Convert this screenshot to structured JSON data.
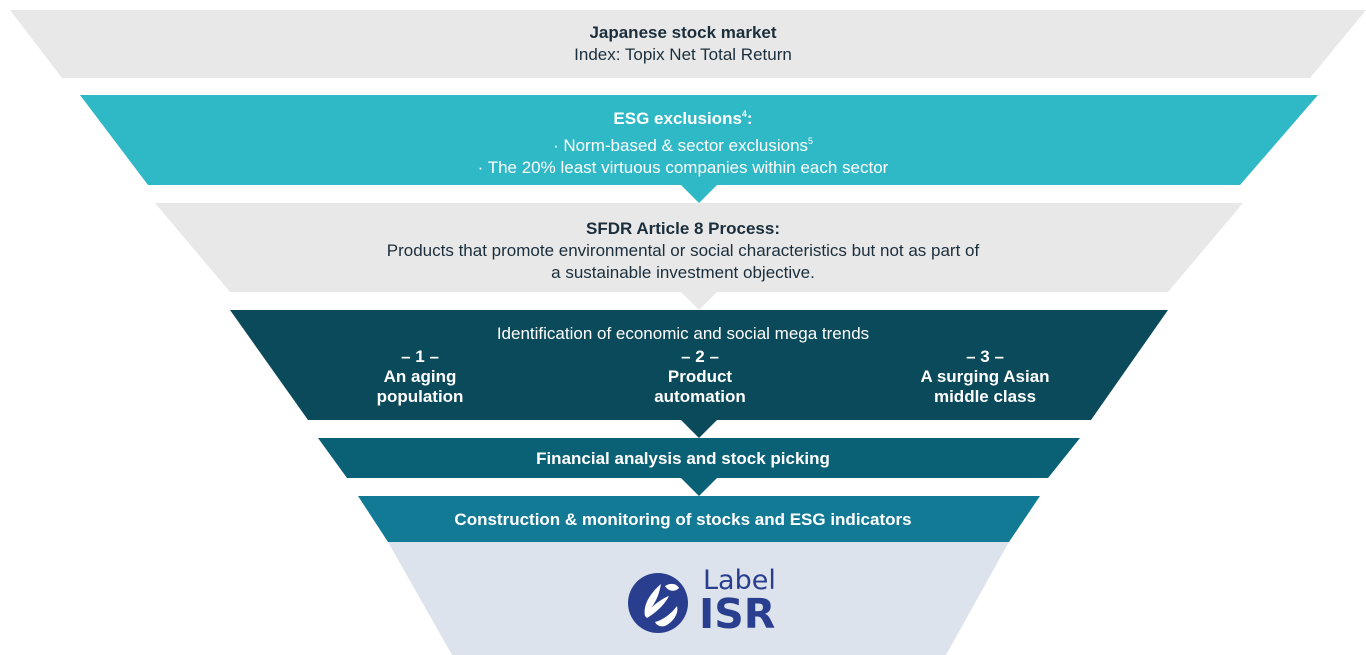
{
  "colors": {
    "grey_layer": "#e8e8e8",
    "teal_layer": "#2fb8c6",
    "dark_teal_layer": "#0b4a5a",
    "mid_teal_layer": "#0a6075",
    "blue_teal_layer": "#137a96",
    "bottom_layer": "#dde3ec",
    "logo_blue": "#2a3e8f"
  },
  "layer1": {
    "title": "Japanese stock market",
    "subtitle": "Index: Topix Net Total Return"
  },
  "layer2": {
    "title": "ESG exclusions",
    "title_footnote": "4",
    "title_suffix": ":",
    "bullet1": "· Norm-based & sector exclusions",
    "bullet1_footnote": "5",
    "bullet2": "· The 20% least virtuous companies within each sector"
  },
  "layer3": {
    "title": "SFDR Article 8 Process:",
    "line1": "Products that promote environmental or social characteristics but not as part of",
    "line2": "a sustainable investment objective."
  },
  "layer4": {
    "title": "Identification of economic and social mega trends",
    "trends": [
      {
        "number": "– 1 –",
        "line1": "An aging",
        "line2": "population"
      },
      {
        "number": "– 2 –",
        "line1": "Product",
        "line2": "automation"
      },
      {
        "number": "– 3 –",
        "line1": "A surging Asian",
        "line2": "middle class"
      }
    ]
  },
  "layer5": {
    "title": "Financial analysis and stock picking"
  },
  "layer6": {
    "title": "Construction & monitoring of stocks and ESG indicators"
  },
  "logo": {
    "label": "Label",
    "isr": "ISR",
    "icon": "hand-leaf-icon"
  }
}
